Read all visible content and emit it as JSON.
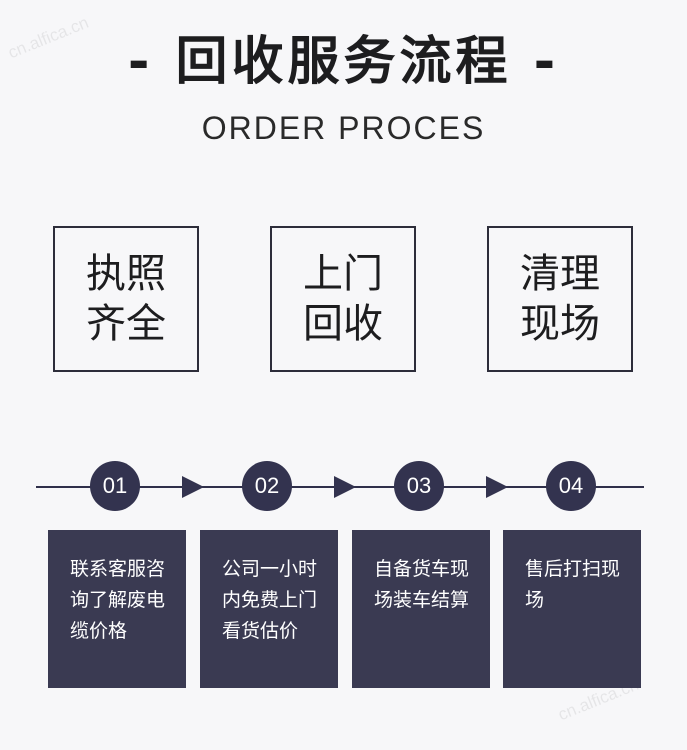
{
  "header": {
    "title": "- 回收服务流程 -",
    "subtitle": "ORDER PROCES"
  },
  "features": [
    {
      "line1": "执照",
      "line2": "齐全"
    },
    {
      "line1": "上门",
      "line2": "回收"
    },
    {
      "line1": "清理",
      "line2": "现场"
    }
  ],
  "steps": [
    {
      "number": "01",
      "text": "联系客服咨询了解废电缆价格"
    },
    {
      "number": "02",
      "text": "公司一小时内免费上门看货估价"
    },
    {
      "number": "03",
      "text": "自备货车现场装车结算"
    },
    {
      "number": "04",
      "text": "售后打扫现场"
    }
  ],
  "watermark": "cn.alfica.cn",
  "colors": {
    "accent": "#33334f",
    "card": "#3a3a52",
    "background": "#f7f7f9"
  }
}
